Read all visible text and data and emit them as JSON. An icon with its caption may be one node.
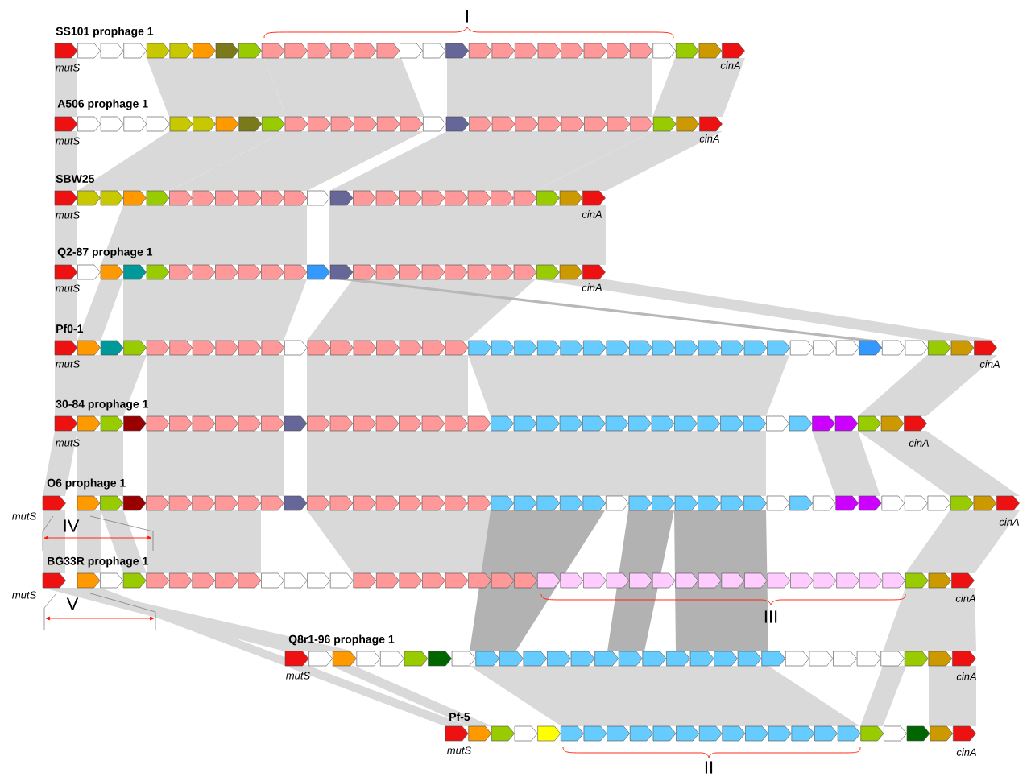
{
  "diagram": {
    "nodes": [
      {
        "text": [
          "SS101 prophage 1"
        ]
      },
      {
        "text": [
          "A506 prophage 1"
        ]
      },
      {
        "text": [
          "SBW25"
        ]
      },
      {
        "text": [
          "Q2-87 prophage 1"
        ]
      },
      {
        "text": [
          "Pf0-1"
        ]
      },
      {
        "text": [
          "30-84 prophage 1"
        ]
      },
      {
        "text": [
          "O6 prophage 1"
        ]
      },
      {
        "text": [
          "BG33R prophage 1"
        ]
      },
      {
        "text": [
          "Q8r1-96 prophage 1"
        ]
      },
      {
        "text": [
          "Pf-5"
        ]
      }
    ],
    "labels": [
      "I",
      "mutS",
      "cinA",
      "mutS",
      "cinA",
      "mutS",
      "cinA",
      "mutS",
      "cinA",
      "mutS",
      "cinA",
      "mutS",
      "cinA",
      "mutS",
      "cinA",
      "IV",
      "mutS",
      "cinA",
      "V",
      "III",
      "mutS",
      "cinA",
      "mutS",
      "cinA",
      "II"
    ]
  }
}
